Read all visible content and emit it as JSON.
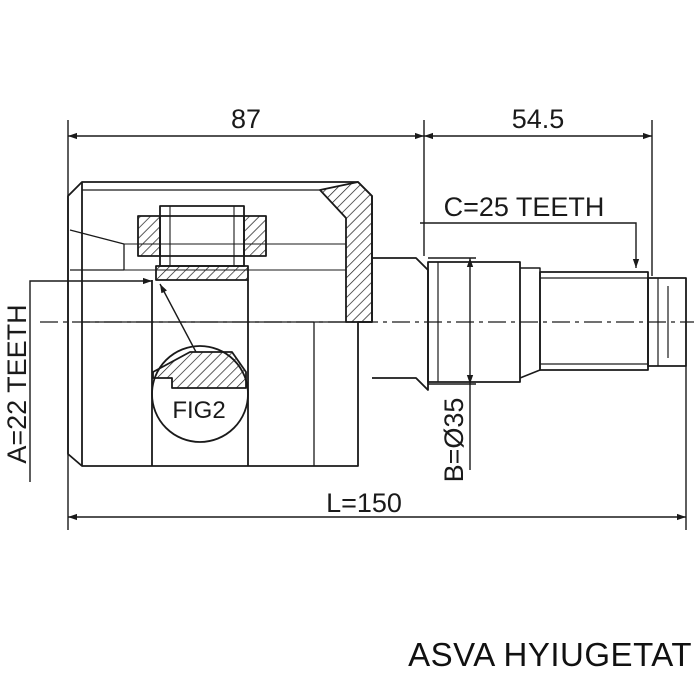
{
  "dimensions": {
    "top_left": "87",
    "top_right": "54.5",
    "overall_length": "L=150",
    "outer_spline": "C=25 TEETH",
    "inner_spline": "A=22 TEETH",
    "shaft_diameter": "B=Ø35"
  },
  "detail_label": "FIG2",
  "caption": "ASVA HYIUGETAT",
  "colors": {
    "line": "#1a1a1a",
    "background": "#ffffff"
  }
}
